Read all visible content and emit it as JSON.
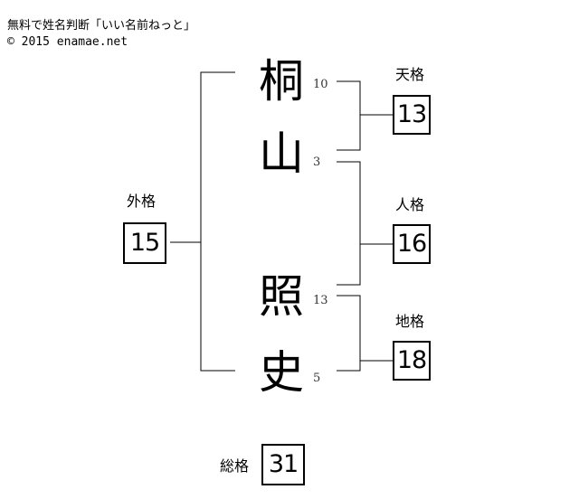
{
  "credit": {
    "title": "無料で姓名判断「いい名前ねっと」",
    "copyright": "© 2015 enamae.net"
  },
  "name_chars": [
    {
      "char": "桐",
      "strokes": "10"
    },
    {
      "char": "山",
      "strokes": "3"
    },
    {
      "char": "照",
      "strokes": "13"
    },
    {
      "char": "史",
      "strokes": "5"
    }
  ],
  "kaku": {
    "tenkaku": {
      "label": "天格",
      "value": "13"
    },
    "jinkaku": {
      "label": "人格",
      "value": "16"
    },
    "chikaku": {
      "label": "地格",
      "value": "18"
    },
    "gaikaku": {
      "label": "外格",
      "value": "15"
    },
    "soukaku": {
      "label": "総格",
      "value": "31"
    }
  }
}
